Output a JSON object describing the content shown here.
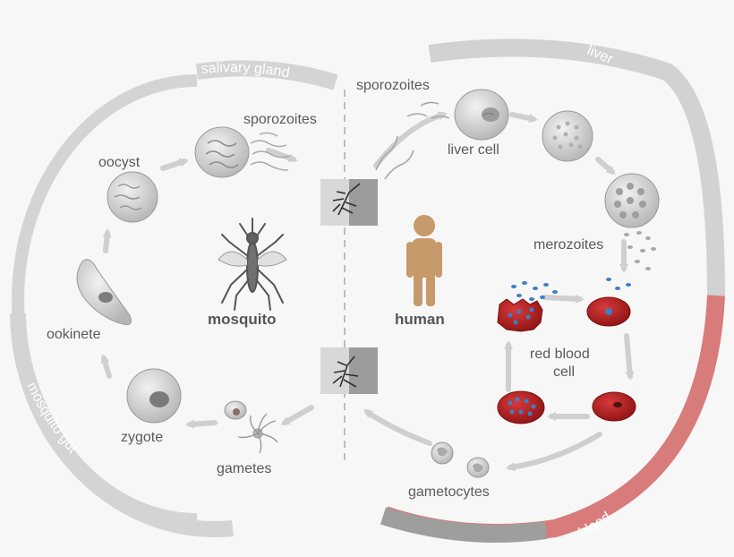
{
  "labels": {
    "salivary_gland": "salivary gland",
    "mosquito_gut": "mosquito gut",
    "liver": "liver",
    "blood": "blood",
    "sporozoites_mosquito": "sporozoites",
    "sporozoites_human": "sporozoites",
    "oocyst": "oocyst",
    "ookinete": "ookinete",
    "zygote": "zygote",
    "gametes": "gametes",
    "mosquito": "mosquito",
    "human": "human",
    "liver_cell": "liver cell",
    "merozoites": "merozoites",
    "red_blood_line1": "red blood",
    "red_blood_line2": "cell",
    "gametocytes": "gametocytes"
  },
  "colors": {
    "background": "#f7f7f7",
    "ring_gray": "#d2d2d2",
    "ring_dark_gray": "#9e9e9e",
    "blood_ring": "#d87b7b",
    "arrow": "#cfcfcf",
    "label": "#5a5a5a",
    "rbc_red": "#b11d1d",
    "merozoite_blue": "#3d7fc4",
    "human_fill": "#c79a6b"
  },
  "icons": [
    "mosquito-icon",
    "human-icon",
    "liver-cell-icon",
    "oocyst-icon",
    "zygote-icon",
    "red-blood-cell-icon"
  ]
}
